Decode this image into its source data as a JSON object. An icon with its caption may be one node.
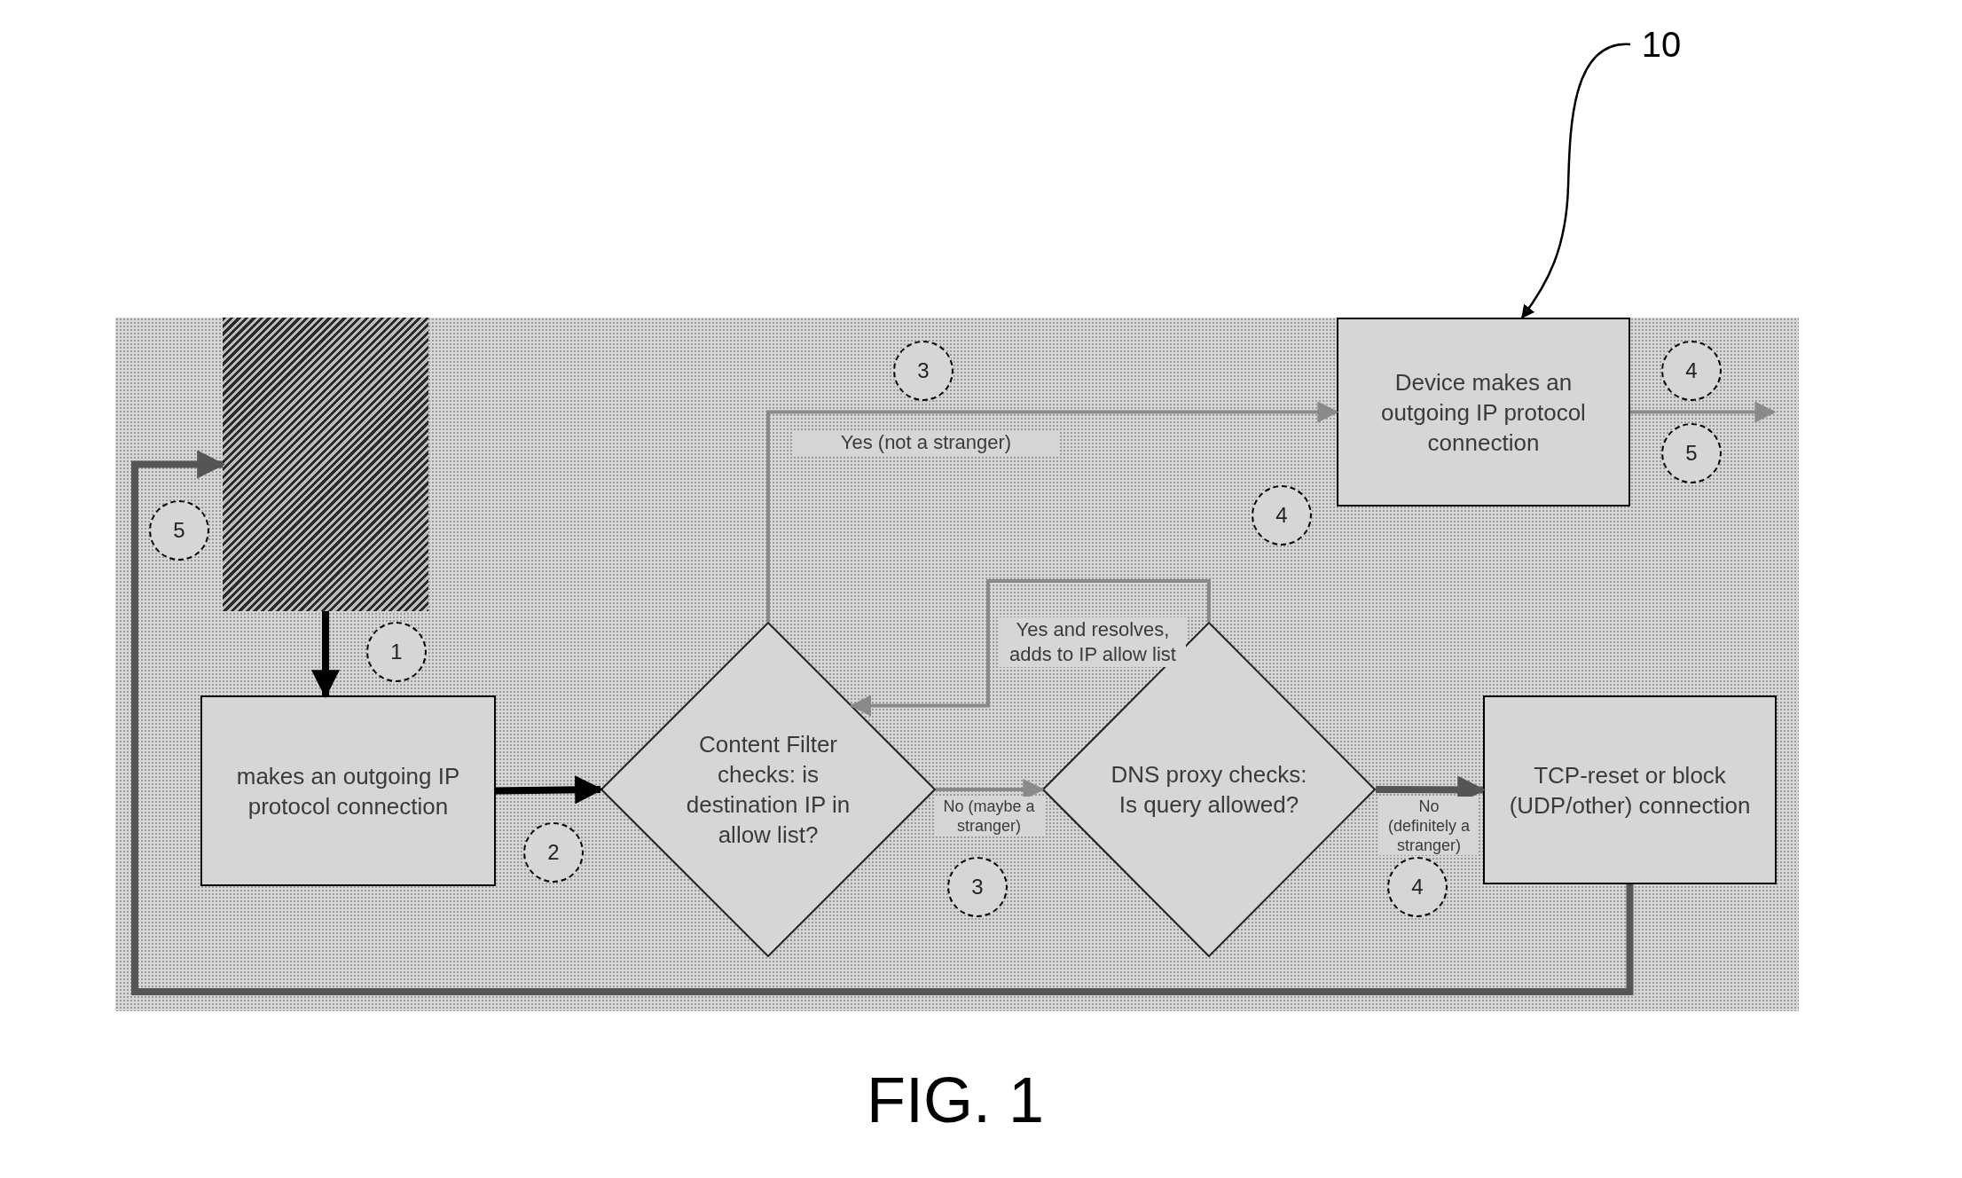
{
  "diagram": {
    "caption": "FIG. 1",
    "nodes": [
      {
        "text": [
          "10"
        ]
      },
      {
        "text": [],
        "shape": "box"
      },
      {
        "text": [],
        "shape": "box",
        "in": 1
      },
      {
        "text": [
          "3"
        ],
        "in": 1
      },
      {
        "text": [
          "Device makes an outgoing IP protocol connection"
        ],
        "in": 1
      },
      {
        "text": [
          "4"
        ],
        "in": 1
      },
      {
        "text": [
          "5"
        ],
        "in": 1
      },
      {
        "text": [
          "5"
        ],
        "in": 1
      },
      {
        "text": [
          "4"
        ],
        "in": 1
      },
      {
        "text": [
          "1"
        ],
        "in": 1
      },
      {
        "text": [
          "makes an outgoing IP protocol connection"
        ],
        "in": 1
      },
      {
        "text": [
          "Content Filter checks: is destination IP in allow list?"
        ],
        "in": 1
      },
      {
        "text": [
          "DNS proxy checks: Is query allowed?"
        ],
        "in": 1
      },
      {
        "text": [
          "TCP-reset or block (UDP/other) connection"
        ],
        "in": 1
      },
      {
        "text": [
          "2"
        ],
        "in": 1
      },
      {
        "text": [
          "3"
        ],
        "in": 1
      },
      {
        "text": [
          "4"
        ],
        "in": 1
      }
    ],
    "edges": [
      {
        "from": 0,
        "to": 1,
        "arrow": "to",
        "color": "#000000"
      },
      {
        "from": 2,
        "to": 10,
        "arrow": "to",
        "style": "thick",
        "color": "#000000"
      },
      {
        "from": 10,
        "to": 11,
        "arrow": "to",
        "style": "thick",
        "color": "#000000"
      },
      {
        "from": 11,
        "to": 4,
        "arrow": "to",
        "label": "Yes (not a stranger)"
      },
      {
        "from": 11,
        "to": 12,
        "arrow": "to",
        "label": "No (maybe a stranger)"
      },
      {
        "from": 12,
        "to": 11,
        "arrow": "to",
        "label": "Yes and resolves, adds to IP allow list"
      },
      {
        "from": 12,
        "to": 13,
        "arrow": "to",
        "label": "No (definitely a stranger)",
        "style": "thick",
        "color": "#555555"
      },
      {
        "from": 4,
        "to": null,
        "arrow": "to"
      },
      {
        "from": 13,
        "to": 2,
        "arrow": "to",
        "style": "thick",
        "color": "#555555"
      }
    ]
  }
}
